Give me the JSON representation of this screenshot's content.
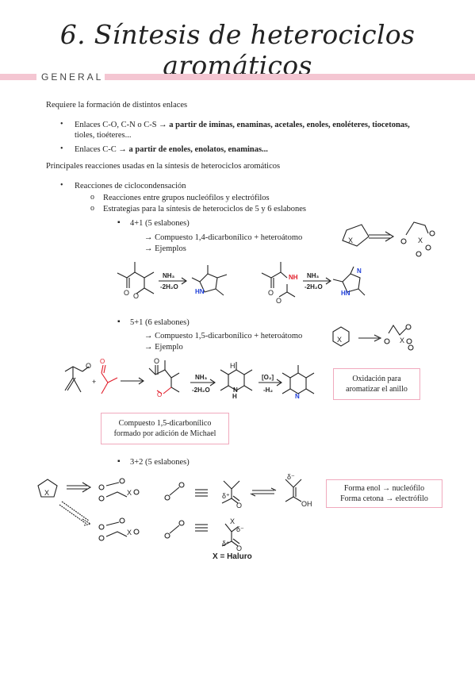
{
  "title": "6. Síntesis de heterociclos aromáticos",
  "section": "GENERAL",
  "intro": {
    "line1": "Requiere la formación de distintos enlaces",
    "b1_a": "Enlaces C-O, C-N o C-S →",
    "b1_b": "a partir de iminas, enaminas, acetales, enoles, enoléteres, tiocetonas,",
    "b1_c": "tioles, tioéteres...",
    "b2_a": "Enlaces C-C →",
    "b2_b": "a partir de enoles, enolatos, enaminas...",
    "line2": "Principales reacciones usadas en la síntesis de heterociclos aromáticos",
    "b3": "Reacciones de ciclocondensación",
    "o1": "Reacciones entre grupos nucleófilos y electrófilos",
    "o2": "Estrategias para la síntesis de heterociclos de 5 y 6 eslabones"
  },
  "s41": {
    "head": "4+1 (5 eslabones)",
    "a1": "→  Compuesto 1,4-dicarbonílico + heteroátomo",
    "a2": "→  Ejemplos"
  },
  "s51": {
    "head": "5+1 (6 eslabones)",
    "a1": "→  Compuesto 1,5-dicarbonílico + heteroátomo",
    "a2": "→  Ejemplo"
  },
  "s32": {
    "head": "3+2 (5 eslabones)"
  },
  "boxes": {
    "oxid_1": "Oxidación para",
    "oxid_2": "aromatizar el anillo",
    "michael_1": "Compuesto 1,5-dicarbonílico",
    "michael_2": "formado por adición de Michael",
    "enol_1": "Forma enol → nucleófilo",
    "enol_2": "Forma cetona → electrófilo"
  },
  "chem": {
    "nh3": "NH₃",
    "minus2h2o": "-2H₂O",
    "o2": "[O₂]",
    "minush2": "-H₂",
    "hn": "HN",
    "nh": "NH",
    "n": "N",
    "h": "H",
    "o": "O",
    "oh": "OH",
    "x": "X",
    "delta_plus": "δ⁺",
    "delta_minus": "δ⁻",
    "plus": "+",
    "x_haluro": "X = Haluro"
  },
  "colors": {
    "accent": "#f4c6d2",
    "box_border": "#f0a9bd",
    "nitrogen": "#1f3fd9",
    "oxygen_red": "#e11d2a"
  }
}
